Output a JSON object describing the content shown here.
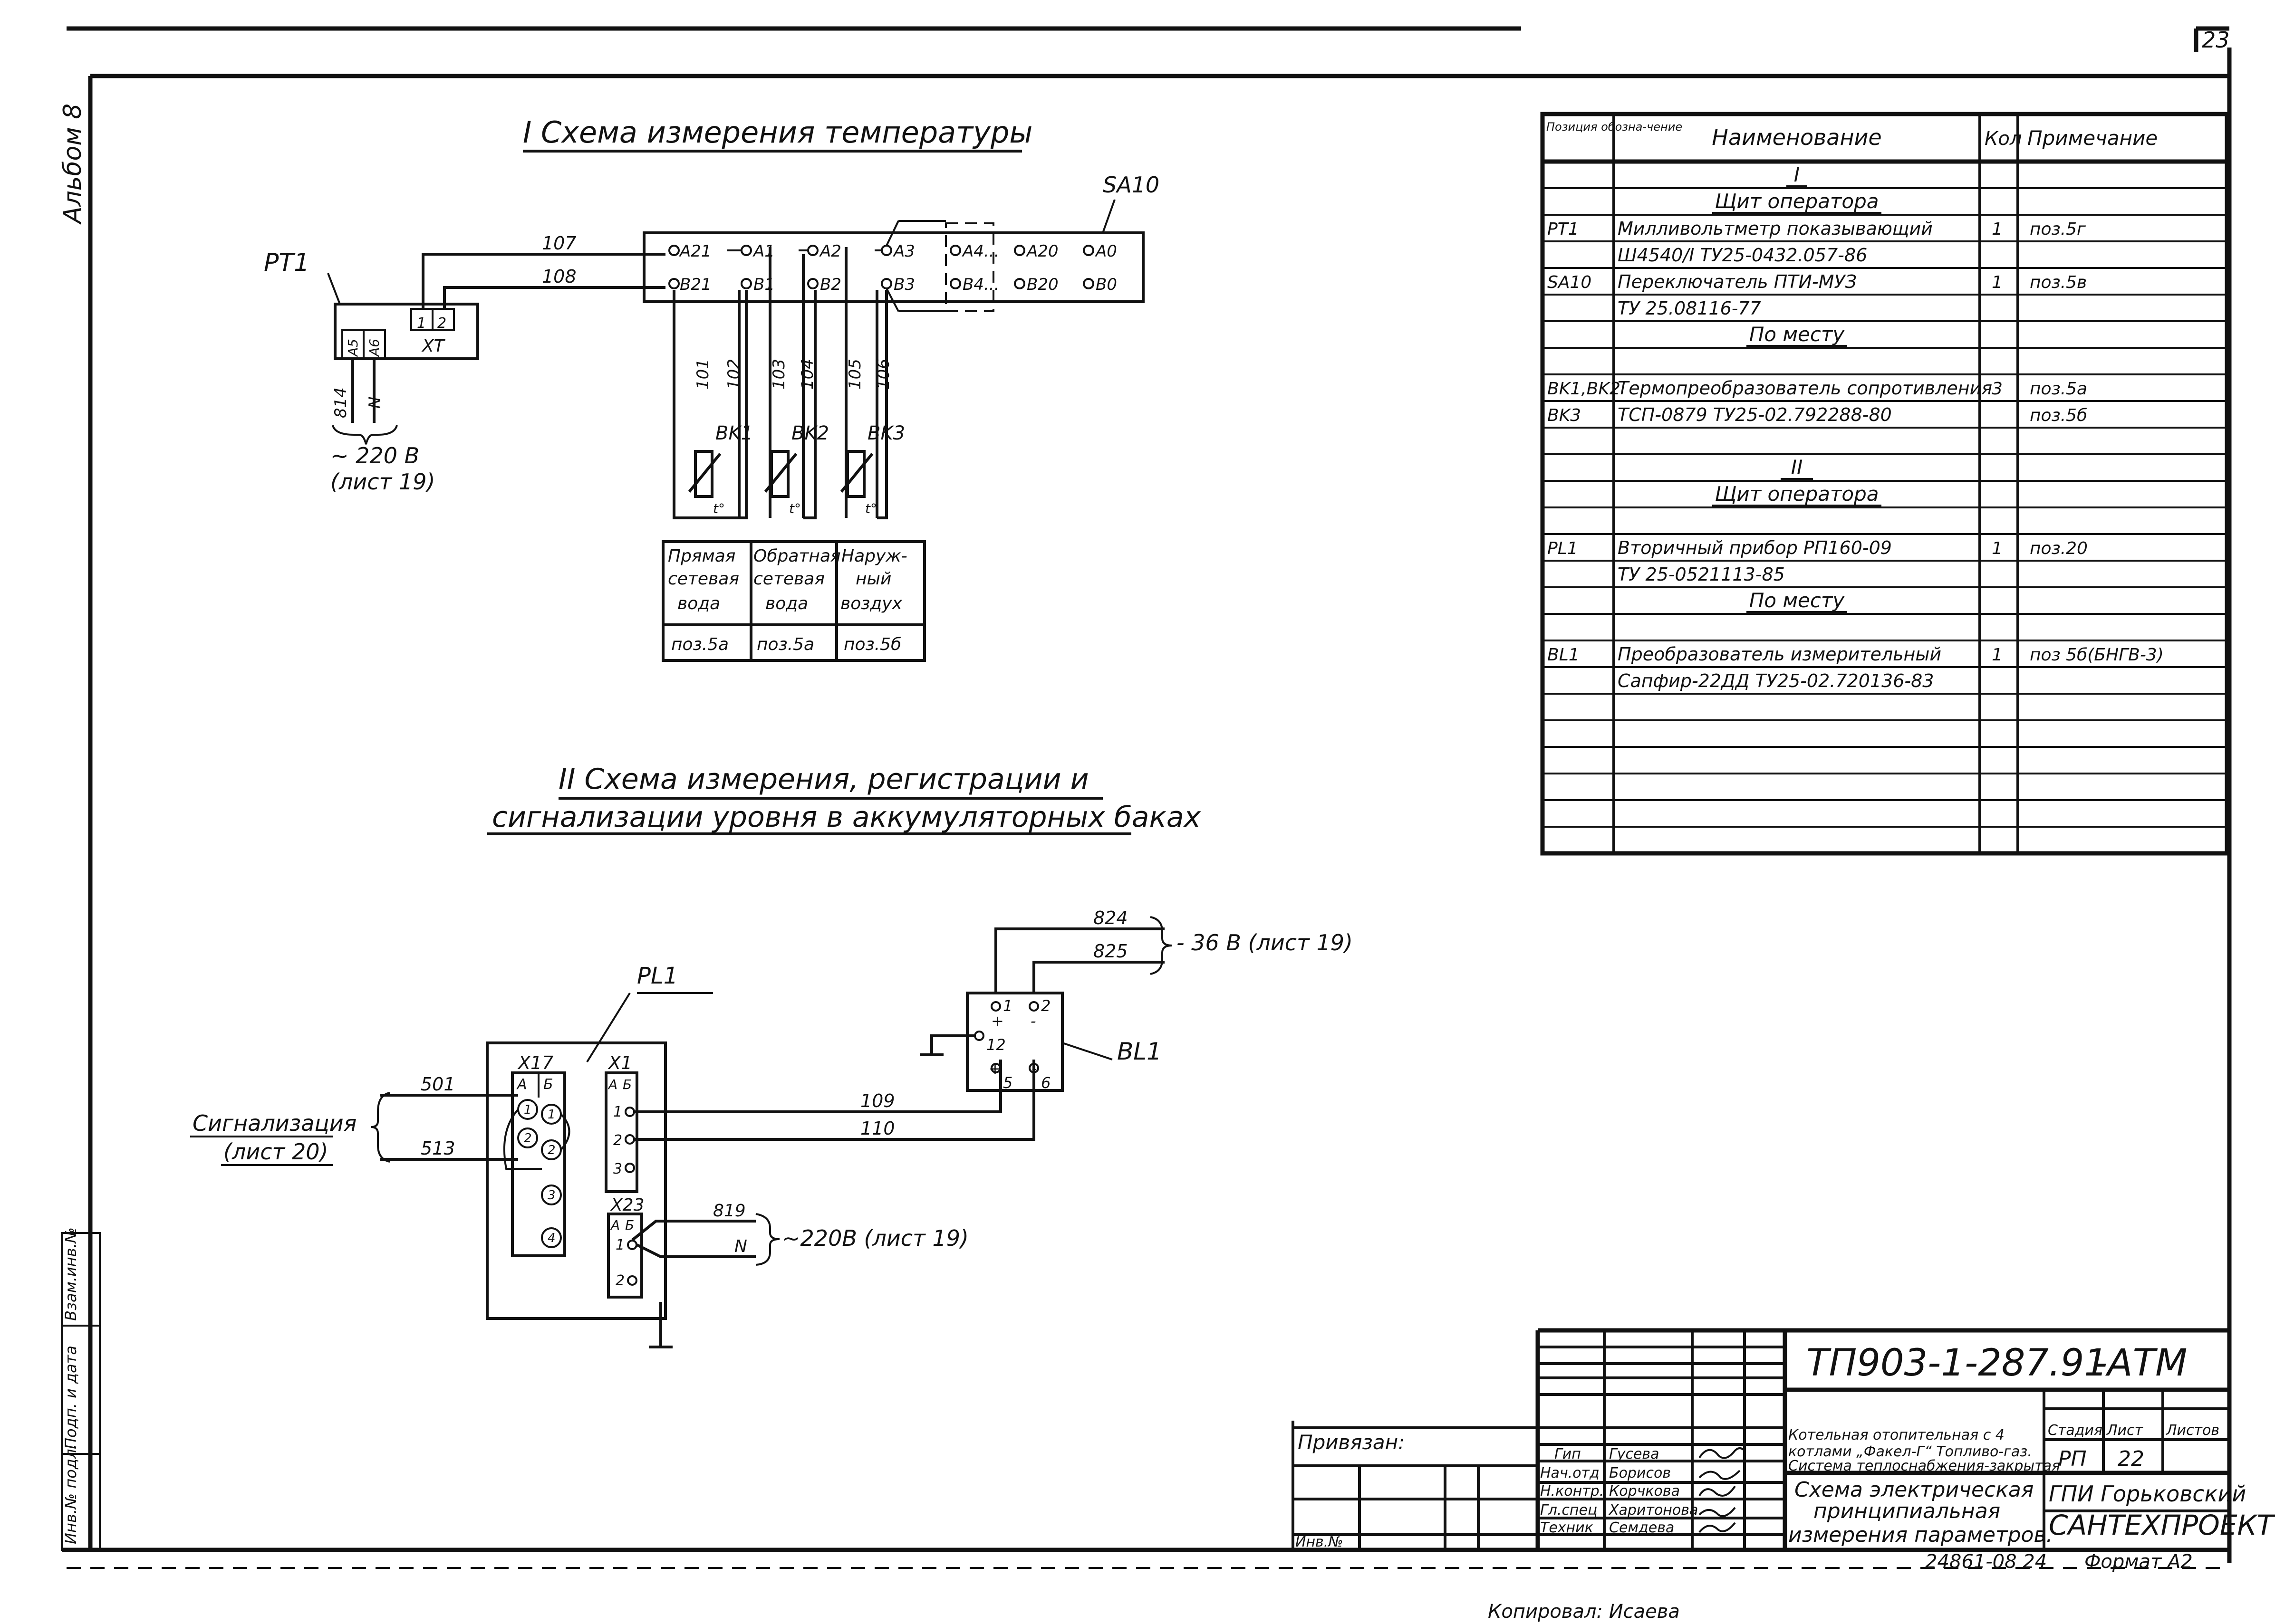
{
  "sheet_number": "23",
  "album_label": "Альбом 8",
  "left_margin_labels": [
    "Взам.инв.№",
    "Подп. и дата",
    "Инв.№ подл."
  ],
  "scheme1": {
    "title": "I  Схема  измерения  температуры",
    "pt1": "PT1",
    "sa10": "SA10",
    "pt1_terminals": [
      "A5",
      "A6"
    ],
    "xt_label": "XT",
    "xt_terminals": [
      "1",
      "2"
    ],
    "wires_top": [
      "107",
      "108"
    ],
    "wires_power": [
      "814",
      "N"
    ],
    "power_note": "~ 220 В",
    "power_sheet": "(лист 19)",
    "switch_row_a": [
      "A21",
      "A1",
      "A2",
      "A3",
      "A4...",
      "A20",
      "A0"
    ],
    "switch_row_b": [
      "B21",
      "B1",
      "B2",
      "B3",
      "B4...",
      "B20",
      "B0"
    ],
    "sensor_wires": [
      "101",
      "102",
      "103",
      "104",
      "105",
      "106"
    ],
    "sensors": [
      "BK1",
      "BK2",
      "BK3"
    ],
    "temp_symbol": "t°",
    "table_rows": [
      [
        "Прямая",
        "Обратная",
        "Наруж-"
      ],
      [
        "сетевая",
        "сетевая",
        "ный"
      ],
      [
        "вода",
        "вода",
        "воздух"
      ],
      [
        "поз.5а",
        "поз.5а",
        "поз.5б"
      ]
    ]
  },
  "scheme2": {
    "title_line1": "II  Схема  измерения, регистрации  и",
    "title_line2": "сигнализации  уровня  в  аккумуляторных  баках",
    "pl1": "PL1",
    "bl1": "BL1",
    "x17": "X17",
    "x1": "X1",
    "x23": "X23",
    "col_ab": [
      "А",
      "Б"
    ],
    "x17_terminals": [
      "1",
      "1",
      "2",
      "2",
      "3",
      "4"
    ],
    "x1_terminals": [
      "1",
      "2",
      "3"
    ],
    "x23_terminals": [
      "1",
      "2"
    ],
    "wires_signal": [
      "501",
      "513"
    ],
    "signal_note": "Сигнализация",
    "signal_sheet": "(лист 20)",
    "wires_sensor": [
      "109",
      "110"
    ],
    "wires_36v": [
      "824",
      "825"
    ],
    "note_36v": "- 36 В (лист 19)",
    "wires_220": [
      "819",
      "N"
    ],
    "note_220": "~220В (лист 19)",
    "bl1_terminals": [
      "1",
      "2",
      "12",
      "5",
      "6"
    ],
    "plus": "+",
    "minus": "-"
  },
  "spec": {
    "headers": [
      "Позиция обозна-чение",
      "Наименование",
      "Кол",
      "Примечание"
    ],
    "rows": [
      {
        "pos": "",
        "name": "I",
        "qty": "",
        "note": "",
        "center": true
      },
      {
        "pos": "",
        "name": "Щит  оператора",
        "qty": "",
        "note": "",
        "center": true
      },
      {
        "pos": "PT1",
        "name": "Милливольтметр показывающий",
        "qty": "1",
        "note": "поз.5г"
      },
      {
        "pos": "",
        "name": "Ш4540/I ТУ25-0432.057-86",
        "qty": "",
        "note": ""
      },
      {
        "pos": "SA10",
        "name": "Переключатель ПТИ-МУЗ",
        "qty": "1",
        "note": "поз.5в"
      },
      {
        "pos": "",
        "name": "ТУ 25.08116-77",
        "qty": "",
        "note": ""
      },
      {
        "pos": "",
        "name": "По месту",
        "qty": "",
        "note": "",
        "center": true
      },
      {
        "pos": "",
        "name": "",
        "qty": "",
        "note": ""
      },
      {
        "pos": "BK1,BK2",
        "name": "Термопреобразователь сопротивления",
        "qty": "3",
        "note": "поз.5а"
      },
      {
        "pos": "BK3",
        "name": "ТСП-0879   ТУ25-02.792288-80",
        "qty": "",
        "note": "поз.5б"
      },
      {
        "pos": "",
        "name": "",
        "qty": "",
        "note": ""
      },
      {
        "pos": "",
        "name": "II",
        "qty": "",
        "note": "",
        "center": true
      },
      {
        "pos": "",
        "name": "Щит  оператора",
        "qty": "",
        "note": "",
        "center": true
      },
      {
        "pos": "",
        "name": "",
        "qty": "",
        "note": ""
      },
      {
        "pos": "PL1",
        "name": "Вторичный прибор РП160-09",
        "qty": "1",
        "note": "поз.20"
      },
      {
        "pos": "",
        "name": "ТУ 25-0521113-85",
        "qty": "",
        "note": ""
      },
      {
        "pos": "",
        "name": "По месту",
        "qty": "",
        "note": "",
        "center": true
      },
      {
        "pos": "",
        "name": "",
        "qty": "",
        "note": ""
      },
      {
        "pos": "BL1",
        "name": "Преобразователь измерительный",
        "qty": "1",
        "note": "поз 5б(БНГВ-3)"
      },
      {
        "pos": "",
        "name": "Сапфир-22ДД  ТУ25-02.720136-83",
        "qty": "",
        "note": ""
      },
      {
        "pos": "",
        "name": "",
        "qty": "",
        "note": ""
      },
      {
        "pos": "",
        "name": "",
        "qty": "",
        "note": ""
      },
      {
        "pos": "",
        "name": "",
        "qty": "",
        "note": ""
      },
      {
        "pos": "",
        "name": "",
        "qty": "",
        "note": ""
      },
      {
        "pos": "",
        "name": "",
        "qty": "",
        "note": ""
      },
      {
        "pos": "",
        "name": "",
        "qty": "",
        "note": ""
      }
    ]
  },
  "stamp": {
    "doc_code": "ТП903-1-287.91",
    "doc_suffix": "-АТМ",
    "privyazan": "Привязан:",
    "inv_no": "Инв.№",
    "project_lines": [
      "Котельная отопительная с 4",
      "котлами „Факел-Г“ Топливо-газ.",
      "Система теплоснабжения-закрытая"
    ],
    "stage_headers": [
      "Стадия",
      "Лист",
      "Листов"
    ],
    "stage_values": [
      "РП",
      "22",
      ""
    ],
    "drawing_title": [
      "Схема электрическая",
      "принципиальная",
      "измерения параметров."
    ],
    "org": [
      "ГПИ Горьковский",
      "САНТЕХПРОЕКТ"
    ],
    "roles": [
      "Гип",
      "Нач.отд",
      "Н.контр.",
      "Гл.спец",
      "Техник"
    ],
    "names": [
      "Гусева",
      "Борисов",
      "Корчкова",
      "Харитонова",
      "Семдева"
    ],
    "bottom_code": "24861-08   24",
    "format": "Формат А2",
    "copied": "Копировал: Исаева"
  }
}
